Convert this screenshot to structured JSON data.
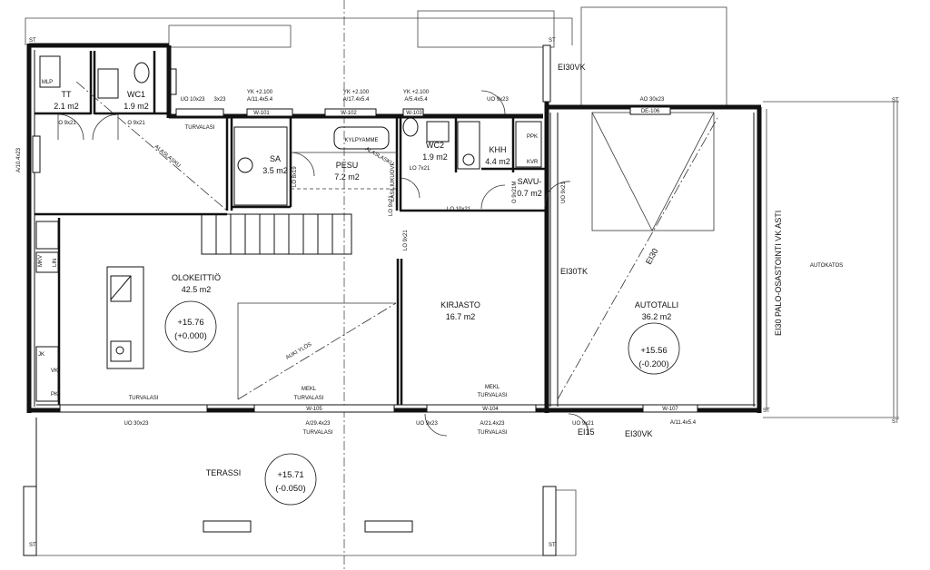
{
  "rooms": {
    "tt": {
      "name": "TT",
      "area": "2.1 m2"
    },
    "wc1": {
      "name": "WC1",
      "area": "1.9 m2"
    },
    "sa": {
      "name": "SA",
      "area": "3.5 m2"
    },
    "pesu": {
      "name": "PESU",
      "area": "7.2 m2"
    },
    "wc2": {
      "name": "WC2",
      "area": "1.9 m2"
    },
    "khh": {
      "name": "KHH",
      "area": "4.4 m2"
    },
    "savu": {
      "name": "SAVU-",
      "area": "0.7 m2"
    },
    "olokeittio": {
      "name": "OLOKEITTIÖ",
      "area": "42.5 m2"
    },
    "kirjasto": {
      "name": "KIRJASTO",
      "area": "16.7 m2"
    },
    "autotalli": {
      "name": "AUTOTALLI",
      "area": "36.2 m2"
    },
    "autokatos": {
      "name": "AUTOKATOS"
    },
    "terassi": {
      "name": "TERASSI"
    }
  },
  "levels": {
    "olokeittio": {
      "abs": "+15.76",
      "rel": "(+0.000)"
    },
    "autotalli": {
      "abs": "+15.56",
      "rel": "(-0.200)"
    },
    "terassi": {
      "abs": "+15.71",
      "rel": "(-0.050)"
    }
  },
  "fire": {
    "ei30vk_top": "EI30VK",
    "ei30tk": "EI30TK",
    "ei30_diag": "EI30",
    "ei15": "EI15",
    "ei30vk_bottom": "EI30VK",
    "palo": "EI30 PALO-OSASTOINTI VK ASTI"
  },
  "annotations": {
    "alaslasku": "ALASLASKU",
    "alaslasku2": "ALASLASKU",
    "lasiliukuovi": "LASILIUKUOVI",
    "kylpyamme": "KYLPYAMME",
    "auki_ylos": "AUKI YLÖS",
    "mlp": "MLP",
    "ppk": "PPK",
    "kvr": "KVR",
    "mkv": "MKV",
    "lin": "LIN",
    "jk": "JK",
    "vk": "VK",
    "pk": "PK",
    "st": "ST"
  },
  "windows": {
    "yk1": "YK +2.100",
    "a1": "A/11.4x5.4",
    "yk2": "YK +2.100",
    "a2": "A/17.4x5.4",
    "yk3": "YK +2.100",
    "a3": "A/5.4x5.4",
    "w101": "W-101",
    "w102": "W-102",
    "w103": "W-103",
    "w105": "W-105",
    "w104": "W-104",
    "w107": "W-107",
    "a_2940": "A/29.4x23",
    "a_2140": "A/21.4x23",
    "a_1140": "A/11.4x5.4",
    "turvalasi": "TURVALASI",
    "mekl": "MEKL",
    "de": "DE-106"
  },
  "doors": {
    "uo1023": "UO 10x23",
    "d323": "3x23",
    "o921a": "O 9x21",
    "o921b": "O 9x21",
    "lo819": "LO 8x19",
    "lo721": "LO 7x21",
    "lo921": "LO 9x21",
    "lo1021": "LO 10x21",
    "uo923a": "UO 9x23",
    "ao3023": "AO 30x23",
    "o921m": "O 9x21M",
    "uo921v": "UO 9x21",
    "uo3023": "UO 30x23",
    "uo923b": "UO 9x23",
    "uo921b": "UO 9x21",
    "a1042": "A/10.4x23"
  }
}
